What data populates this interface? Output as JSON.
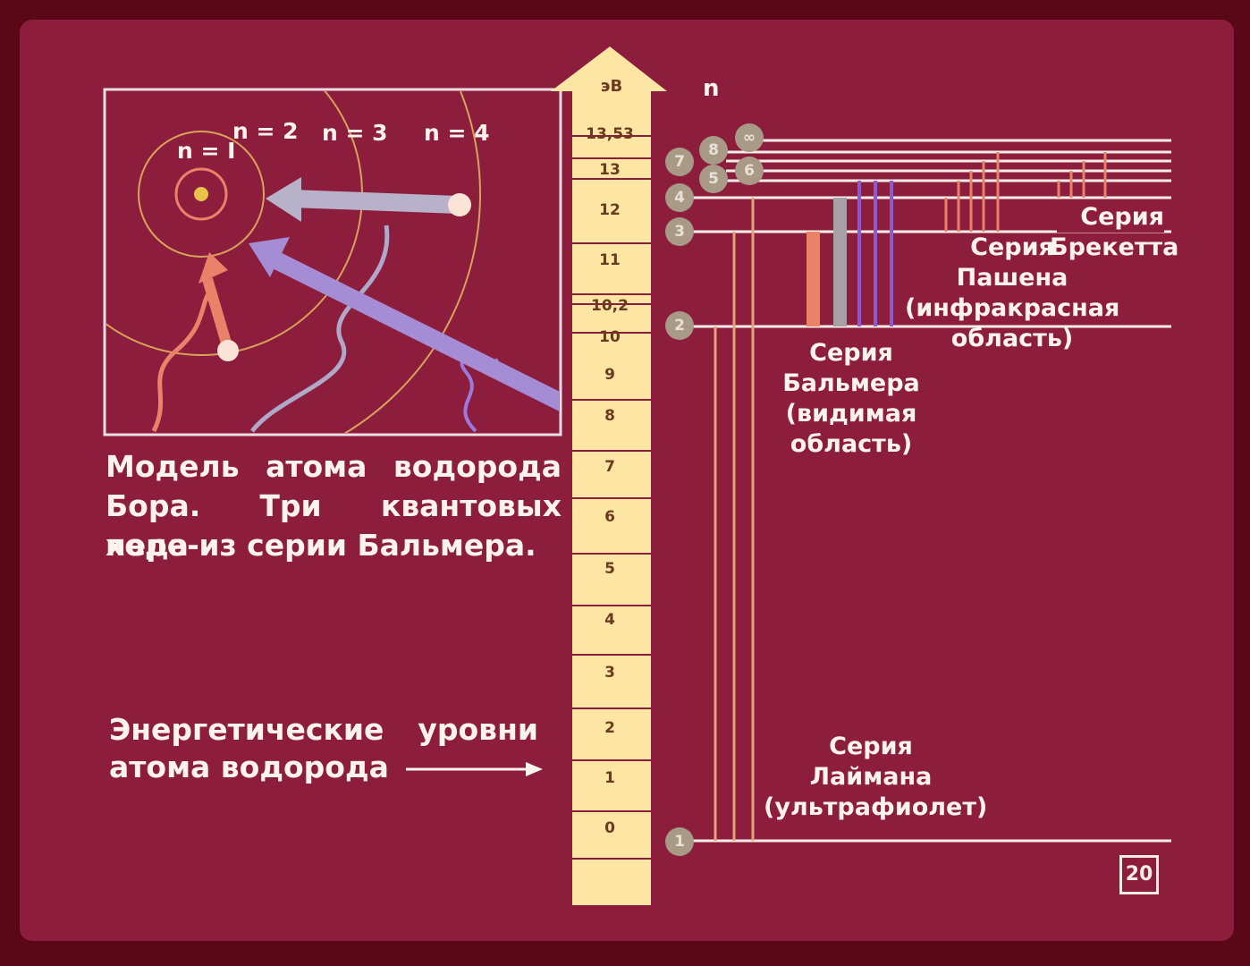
{
  "bohr_model": {
    "orbit_labels": [
      "n = I",
      "n = 2",
      "n = 3",
      "n = 4"
    ],
    "caption_lines": [
      "Модель атома водорода",
      "Бора. Три квантовых пере-",
      "хода из серии Бальмера."
    ]
  },
  "energy_scale": {
    "unit": "эВ",
    "tick_labels": [
      "13,53",
      "13",
      "12",
      "11",
      "10,2",
      "10",
      "9",
      "8",
      "7",
      "6",
      "5",
      "4",
      "3",
      "2",
      "1",
      "0"
    ]
  },
  "levels": {
    "header": "n",
    "numbers": [
      "1",
      "2",
      "3",
      "4",
      "5",
      "6",
      "7",
      "8",
      "∞"
    ]
  },
  "series": {
    "lyman": [
      "Серия",
      "Лаймана",
      "(ультрафиолет)"
    ],
    "balmer": [
      "Серия",
      "Бальмера",
      "(видимая",
      "область)"
    ],
    "paschen": [
      "Серия",
      "Пашена",
      "(инфракрасная",
      "область)"
    ],
    "brackett": [
      "Серия",
      "Брекетта"
    ]
  },
  "energy_levels_caption": [
    "Энергетические уровни",
    "атома водорода"
  ],
  "slide_number": "20",
  "colors": {
    "background": "#8c1d3c",
    "scale": "#fde6a3",
    "orbit": "#d8a25a",
    "lyman_line": "#e8a07a",
    "balmer_red": "#e8836a",
    "balmer_gray": "#a8a0a4",
    "balmer_violet": "#8a5ad0"
  }
}
